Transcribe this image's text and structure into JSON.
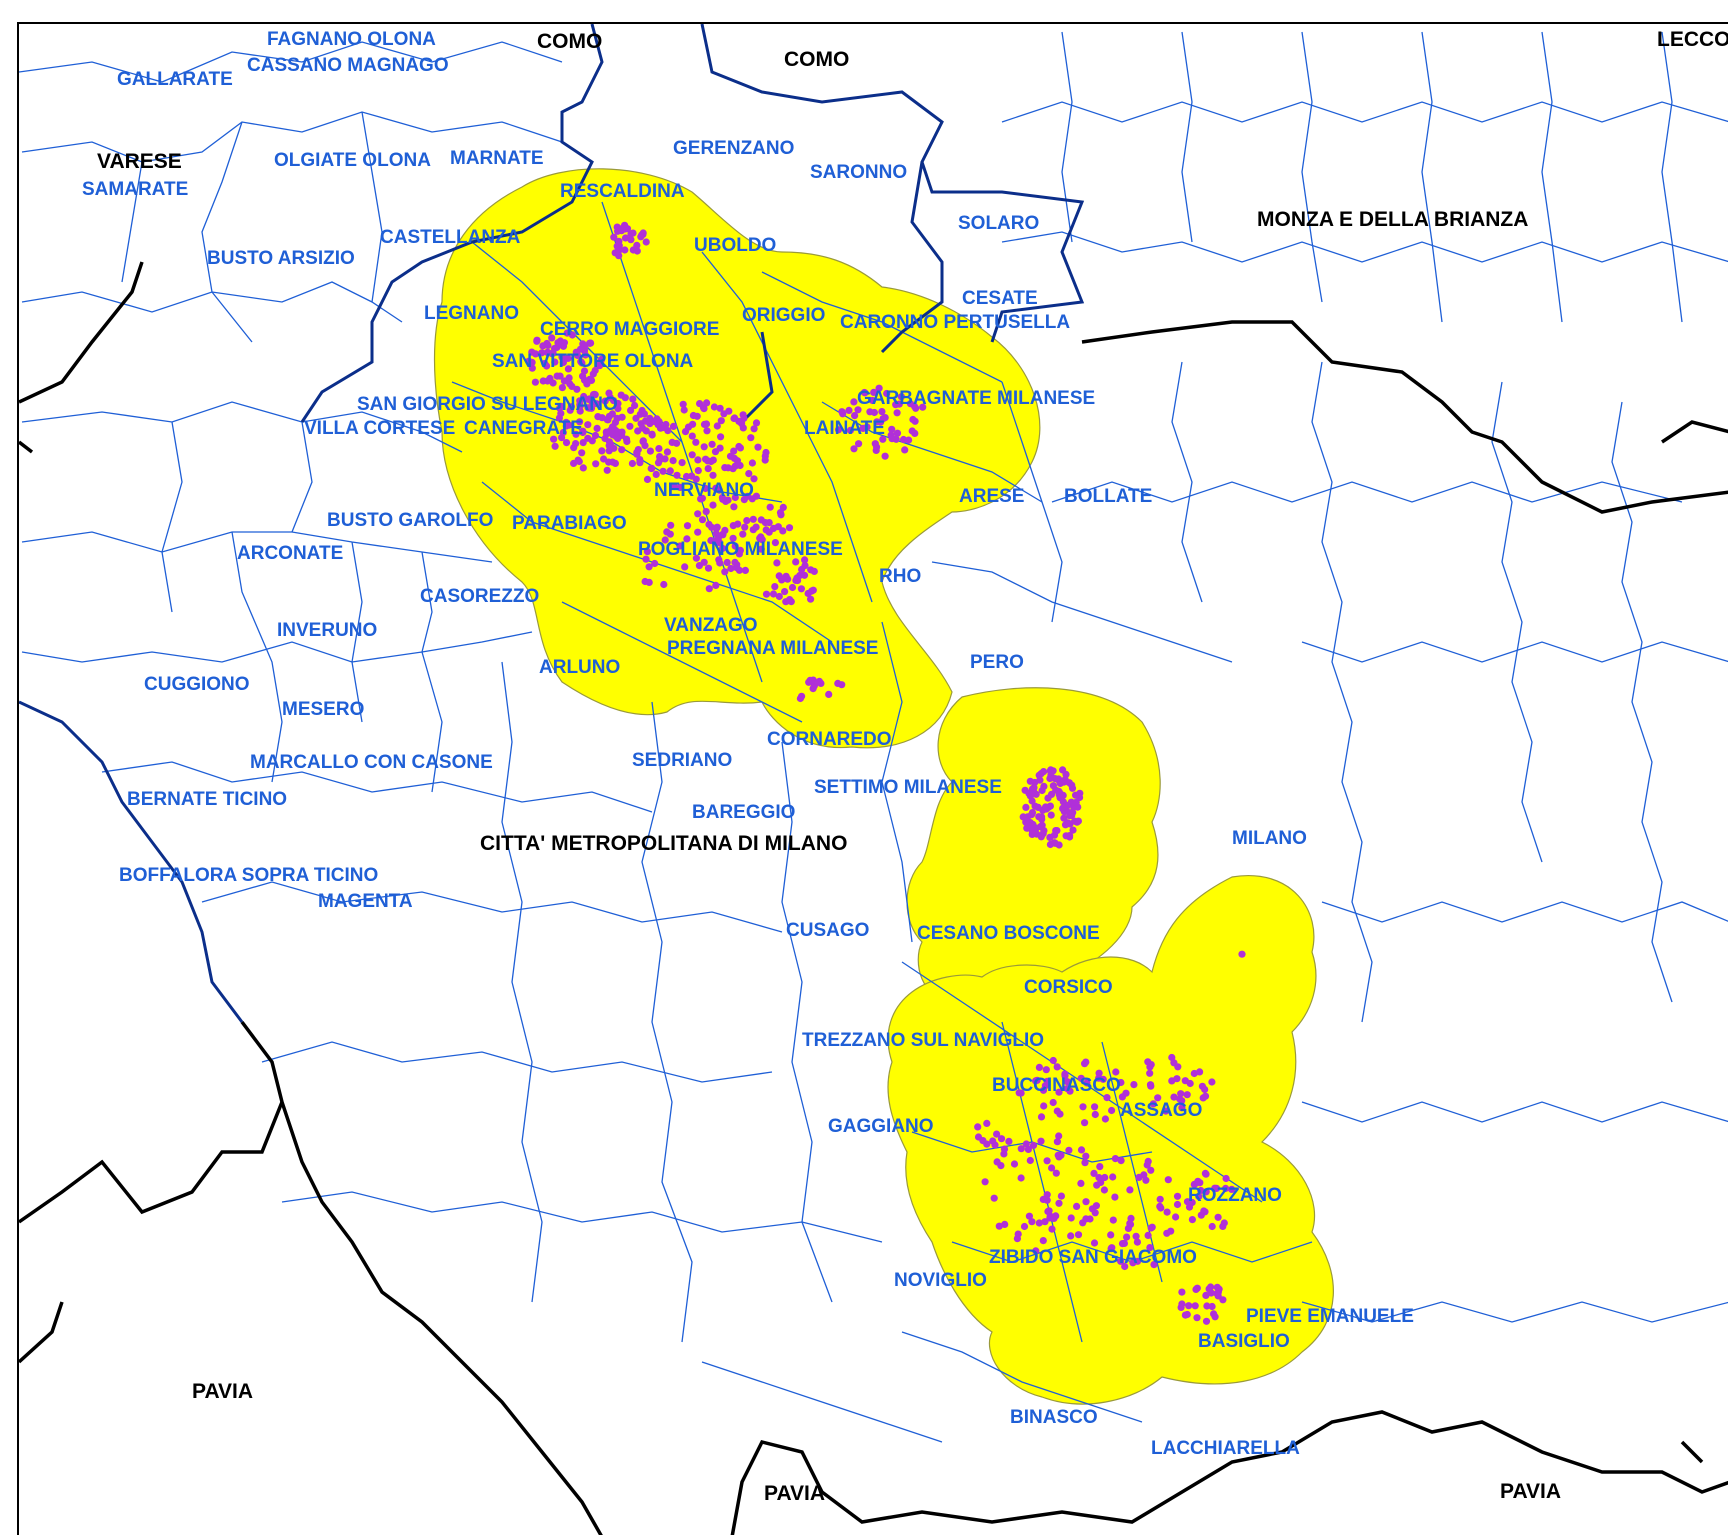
{
  "colors": {
    "buffer_fill": "#ffff00",
    "buffer_stroke": "#9a9a3a",
    "municipal_border": "#1f5fd6",
    "province_border": "#0b2e8a",
    "region_border": "#000000",
    "point": "#b030d8",
    "municipal_label": "#1f5fd6",
    "province_label": "#000000"
  },
  "province_labels": [
    "COMO",
    "COMO",
    "LECCO",
    "VARESE",
    "MONZA E DELLA BRIANZA",
    "CITTA' METROPOLITANA DI MILANO",
    "PAVIA",
    "PAVIA",
    "PAVIA"
  ],
  "municipality_labels": [
    "FAGNANO OLONA",
    "CASSANO MAGNAGO",
    "GALLARATE",
    "SAMARATE",
    "OLGIATE OLONA",
    "MARNATE",
    "GERENZANO",
    "SARONNO",
    "RESCALDINA",
    "SOLARO",
    "BUSTO ARSIZIO",
    "CASTELLANZA",
    "UBOLDO",
    "LEGNANO",
    "CERRO MAGGIORE",
    "ORIGGIO",
    "CARONNO PERTUSELLA",
    "CESATE",
    "SAN VITTORE OLONA",
    "SAN GIORGIO SU LEGNANO",
    "GARBAGNATE MILANESE",
    "VILLA CORTESE",
    "CANEGRATE",
    "LAINATE",
    "NERVIANO",
    "ARESE",
    "BOLLATE",
    "BUSTO GAROLFO",
    "PARABIAGO",
    "ARCONATE",
    "POGLIANO MILANESE",
    "RHO",
    "CASOREZZO",
    "INVERUNO",
    "VANZAGO",
    "PREGNANA MILANESE",
    "ARLUNO",
    "PERO",
    "CUGGIONO",
    "MESERO",
    "CORNAREDO",
    "MARCALLO CON CASONE",
    "SEDRIANO",
    "SETTIMO MILANESE",
    "BERNATE TICINO",
    "BAREGGIO",
    "MILANO",
    "BOFFALORA SOPRA TICINO",
    "MAGENTA",
    "CUSAGO",
    "CESANO BOSCONE",
    "CORSICO",
    "TREZZANO SUL NAVIGLIO",
    "BUCCINASCO",
    "ASSAGO",
    "GAGGIANO",
    "ROZZANO",
    "ZIBIDO SAN GIACOMO",
    "NOVIGLIO",
    "PIEVE EMANUELE",
    "BASIGLIO",
    "BINASCO",
    "LACCHIARELLA"
  ]
}
